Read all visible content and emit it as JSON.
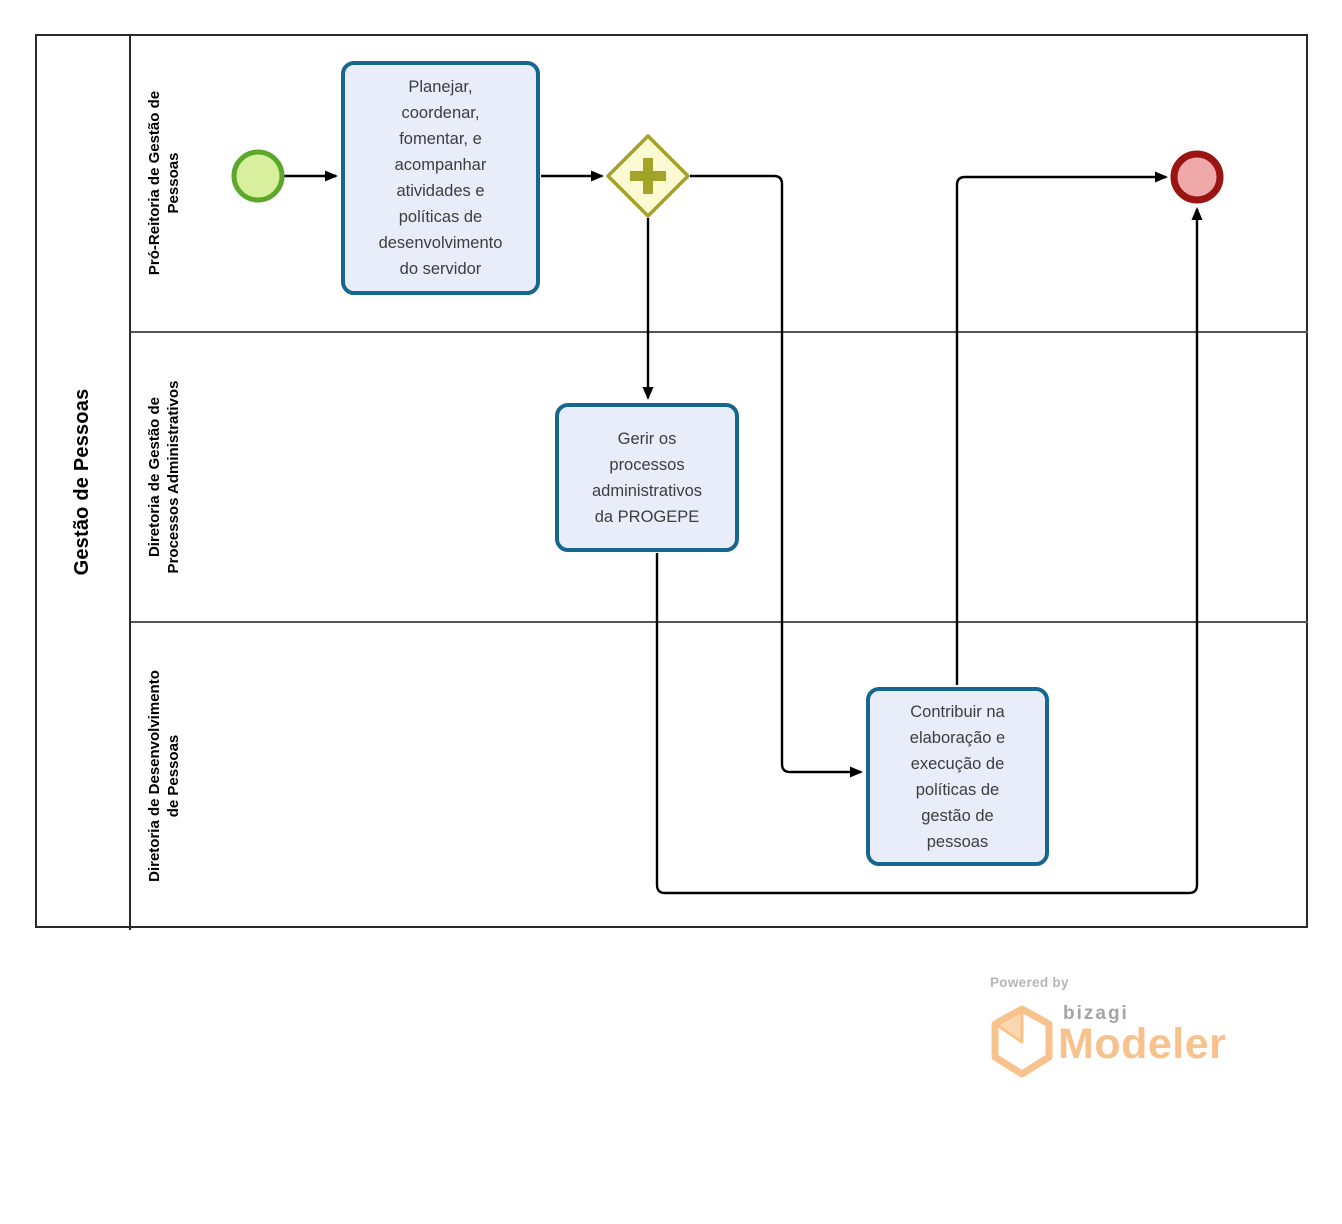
{
  "pool": {
    "label": "Gestão de Pessoas"
  },
  "lanes": [
    {
      "label": "Pró-Reitoria de Gestão de\nPessoas"
    },
    {
      "label": "Diretoria de Gestão de\nProcessos Administrativos"
    },
    {
      "label": "Diretoria de Desenvolvimento\nde Pessoas"
    }
  ],
  "nodes": {
    "task_planejar": {
      "label": "Planejar,\ncoordenar,\nfomentar, e\nacompanhar\natividades e\npolíticas de\ndesenvolvimento\ndo servidor"
    },
    "task_gerir": {
      "label": "Gerir os\nprocessos\nadministrativos\nda PROGEPE"
    },
    "task_contribuir": {
      "label": "Contribuir na\nelaboração e\nexecução de\npolíticas de\ngestão de\npessoas"
    }
  },
  "colors": {
    "task_fill": "#e9edfa",
    "task_border": "#16678f",
    "start_fill": "#d8ef9e",
    "start_border": "#5ca82a",
    "end_fill": "#f0a9a9",
    "end_border": "#9b1414",
    "gateway_fill": "#fbfad2",
    "gateway_border": "#a3a32a",
    "connector": "#000000",
    "lane_line": "#565656",
    "logo_orange": "#f8c28c"
  },
  "branding": {
    "powered_by": "Powered by",
    "brand": "bizagi",
    "product": "Modeler"
  }
}
